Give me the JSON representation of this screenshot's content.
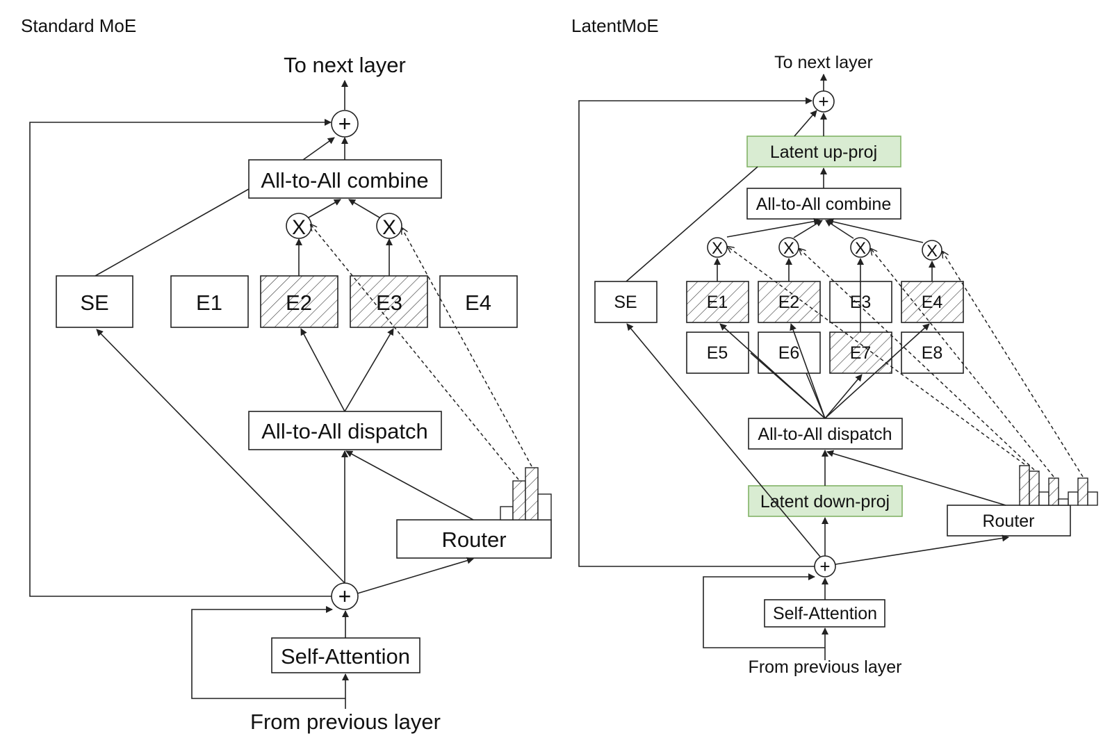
{
  "standard": {
    "title": "Standard MoE",
    "to_next": "To next layer",
    "combine": "All-to-All combine",
    "dispatch": "All-to-All dispatch",
    "router": "Router",
    "self_attention": "Self-Attention",
    "from_prev": "From previous layer",
    "se": "SE",
    "experts": [
      "E1",
      "E2",
      "E3",
      "E4"
    ],
    "multiply_symbol": "X",
    "plus_symbol": "+"
  },
  "latent": {
    "title": "LatentMoE",
    "to_next": "To next layer",
    "up_proj": "Latent up-proj",
    "combine": "All-to-All combine",
    "dispatch": "All-to-All dispatch",
    "down_proj": "Latent down-proj",
    "router": "Router",
    "self_attention": "Self-Attention",
    "from_prev": "From previous layer",
    "se": "SE",
    "experts_top": [
      "E1",
      "E2",
      "E3",
      "E4"
    ],
    "experts_bottom": [
      "E5",
      "E6",
      "E7",
      "E8"
    ],
    "multiply_symbol": "X",
    "plus_symbol": "+"
  },
  "colors": {
    "latent_fill": "#d9ecd2",
    "latent_stroke": "#82b366",
    "line": "#222222"
  }
}
